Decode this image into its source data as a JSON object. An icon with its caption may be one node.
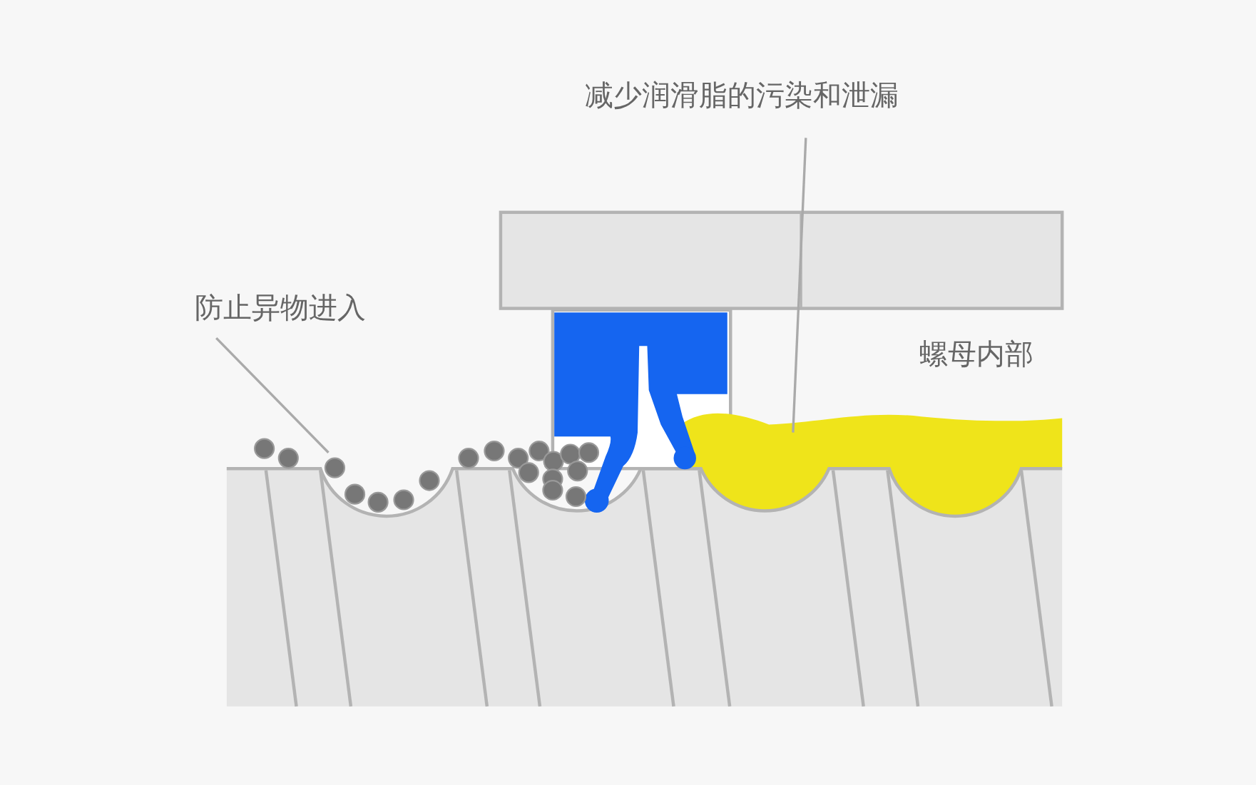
{
  "diagram": {
    "nodes": [
      {
        "text": [
          "防止异物进入"
        ]
      },
      {
        "text": [
          "减少润滑脂的污染和泄漏"
        ]
      }
    ],
    "edges": [
      {
        "from": 0,
        "to": null,
        "arrow": "none"
      },
      {
        "from": 1,
        "to": null,
        "arrow": "none"
      }
    ],
    "labels": [
      "螺母内部"
    ]
  }
}
